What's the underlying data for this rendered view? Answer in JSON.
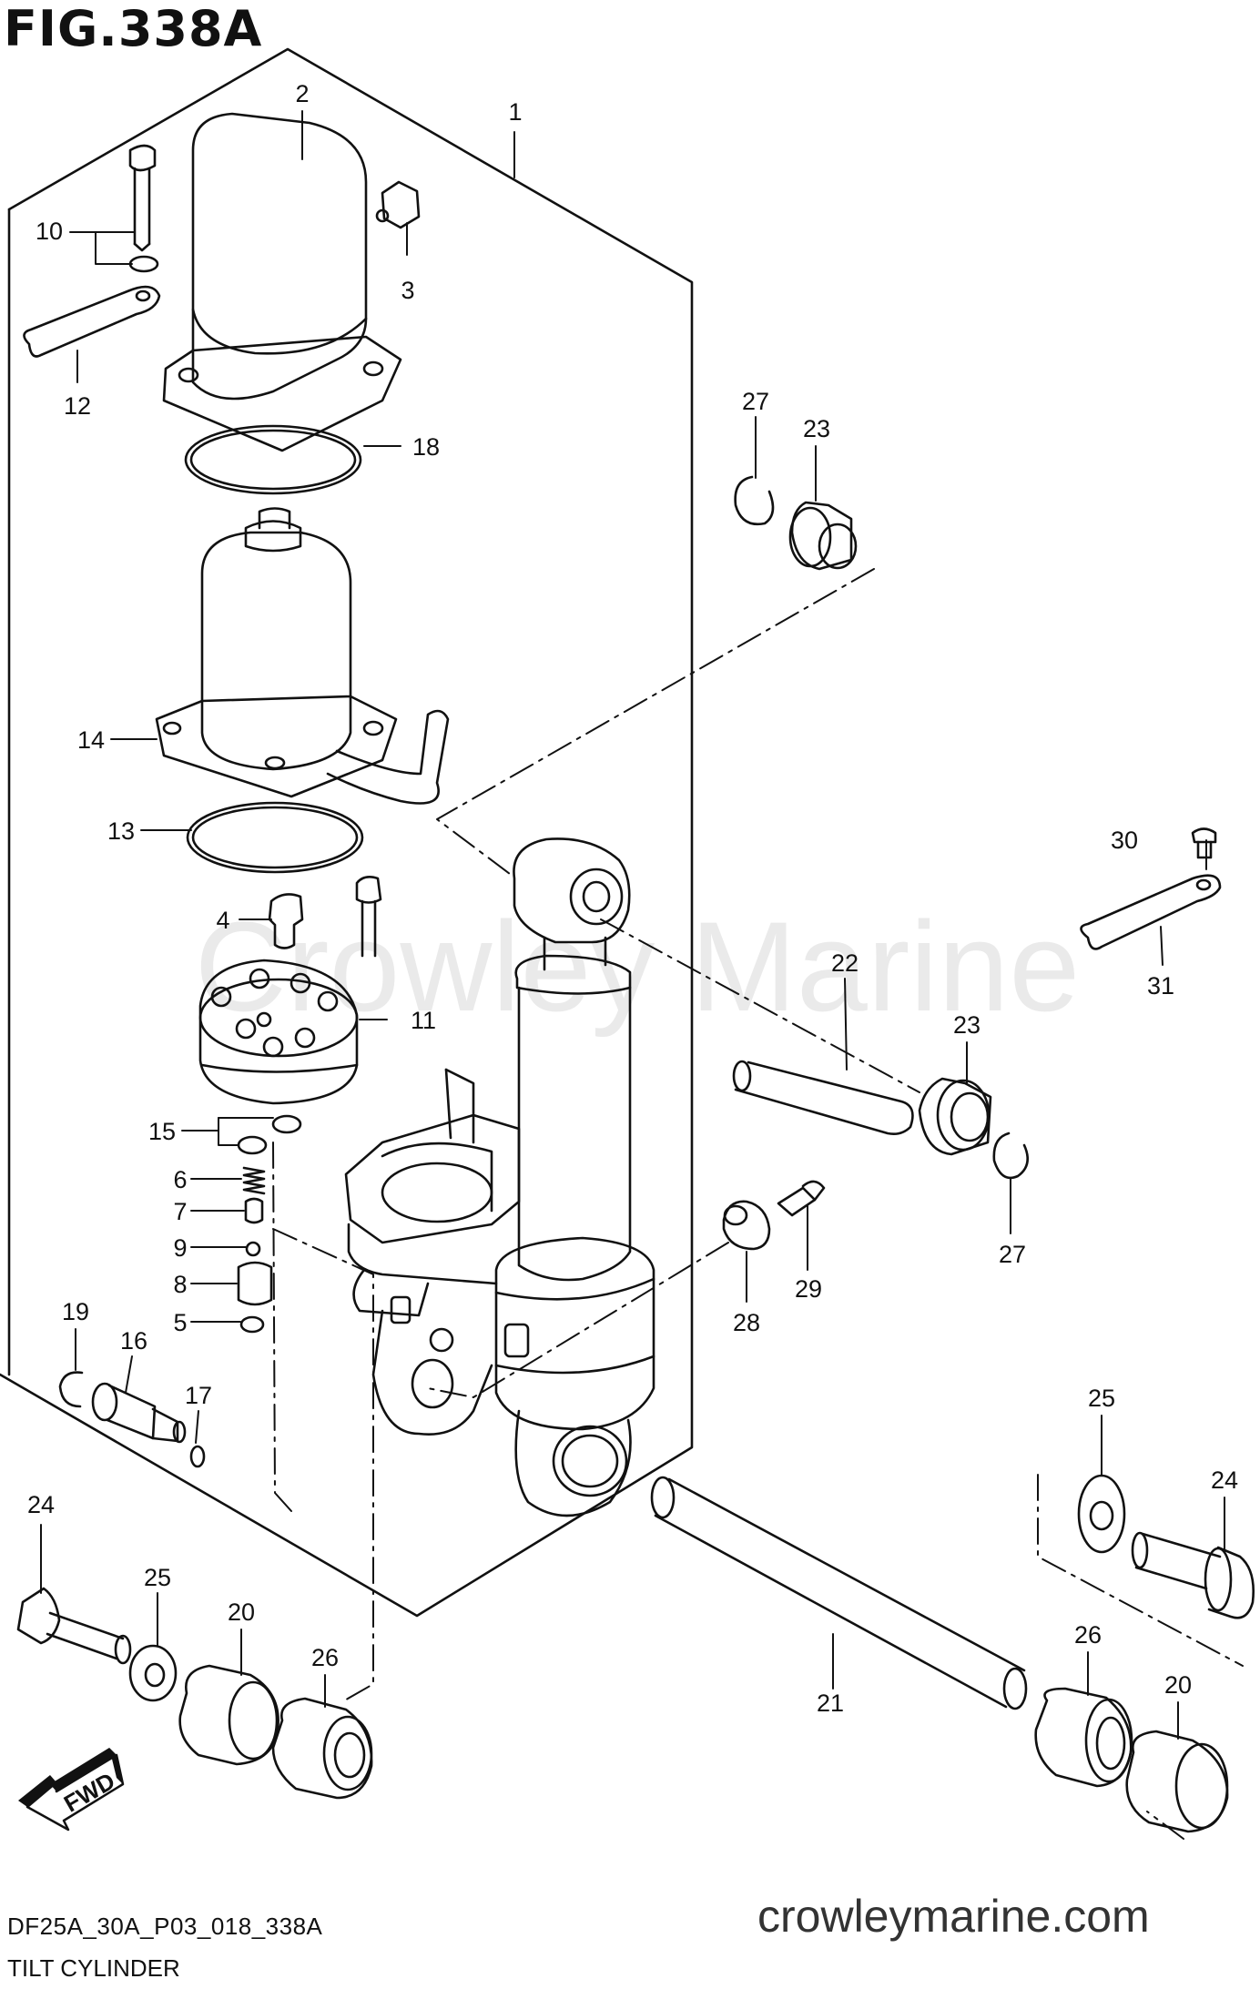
{
  "figure_title": "FIG.338A",
  "watermark": "Crowley Marine",
  "footer": {
    "code": "DF25A_30A_P03_018_338A",
    "name": "TILT CYLINDER",
    "url": "crowleymarine.com"
  },
  "direction_label": "FWD",
  "parts": [
    {
      "id": "part-1",
      "number": "1"
    },
    {
      "id": "part-2",
      "number": "2"
    },
    {
      "id": "part-3",
      "number": "3"
    },
    {
      "id": "part-10",
      "number": "10"
    },
    {
      "id": "part-12",
      "number": "12"
    },
    {
      "id": "part-18",
      "number": "18"
    },
    {
      "id": "part-14",
      "number": "14"
    },
    {
      "id": "part-13",
      "number": "13"
    },
    {
      "id": "part-4",
      "number": "4"
    },
    {
      "id": "part-11",
      "number": "11"
    },
    {
      "id": "part-15",
      "number": "15"
    },
    {
      "id": "part-6",
      "number": "6"
    },
    {
      "id": "part-7",
      "number": "7"
    },
    {
      "id": "part-9",
      "number": "9"
    },
    {
      "id": "part-8",
      "number": "8"
    },
    {
      "id": "part-5",
      "number": "5"
    },
    {
      "id": "part-19",
      "number": "19"
    },
    {
      "id": "part-16",
      "number": "16"
    },
    {
      "id": "part-17",
      "number": "17"
    },
    {
      "id": "part-27a",
      "number": "27"
    },
    {
      "id": "part-23a",
      "number": "23"
    },
    {
      "id": "part-30",
      "number": "30"
    },
    {
      "id": "part-31",
      "number": "31"
    },
    {
      "id": "part-22",
      "number": "22"
    },
    {
      "id": "part-23b",
      "number": "23"
    },
    {
      "id": "part-27b",
      "number": "27"
    },
    {
      "id": "part-29",
      "number": "29"
    },
    {
      "id": "part-28",
      "number": "28"
    },
    {
      "id": "part-25a",
      "number": "25"
    },
    {
      "id": "part-24a",
      "number": "24"
    },
    {
      "id": "part-24b",
      "number": "24"
    },
    {
      "id": "part-25b",
      "number": "25"
    },
    {
      "id": "part-20a",
      "number": "20"
    },
    {
      "id": "part-26a",
      "number": "26"
    },
    {
      "id": "part-21",
      "number": "21"
    },
    {
      "id": "part-26b",
      "number": "26"
    },
    {
      "id": "part-20b",
      "number": "20"
    }
  ]
}
